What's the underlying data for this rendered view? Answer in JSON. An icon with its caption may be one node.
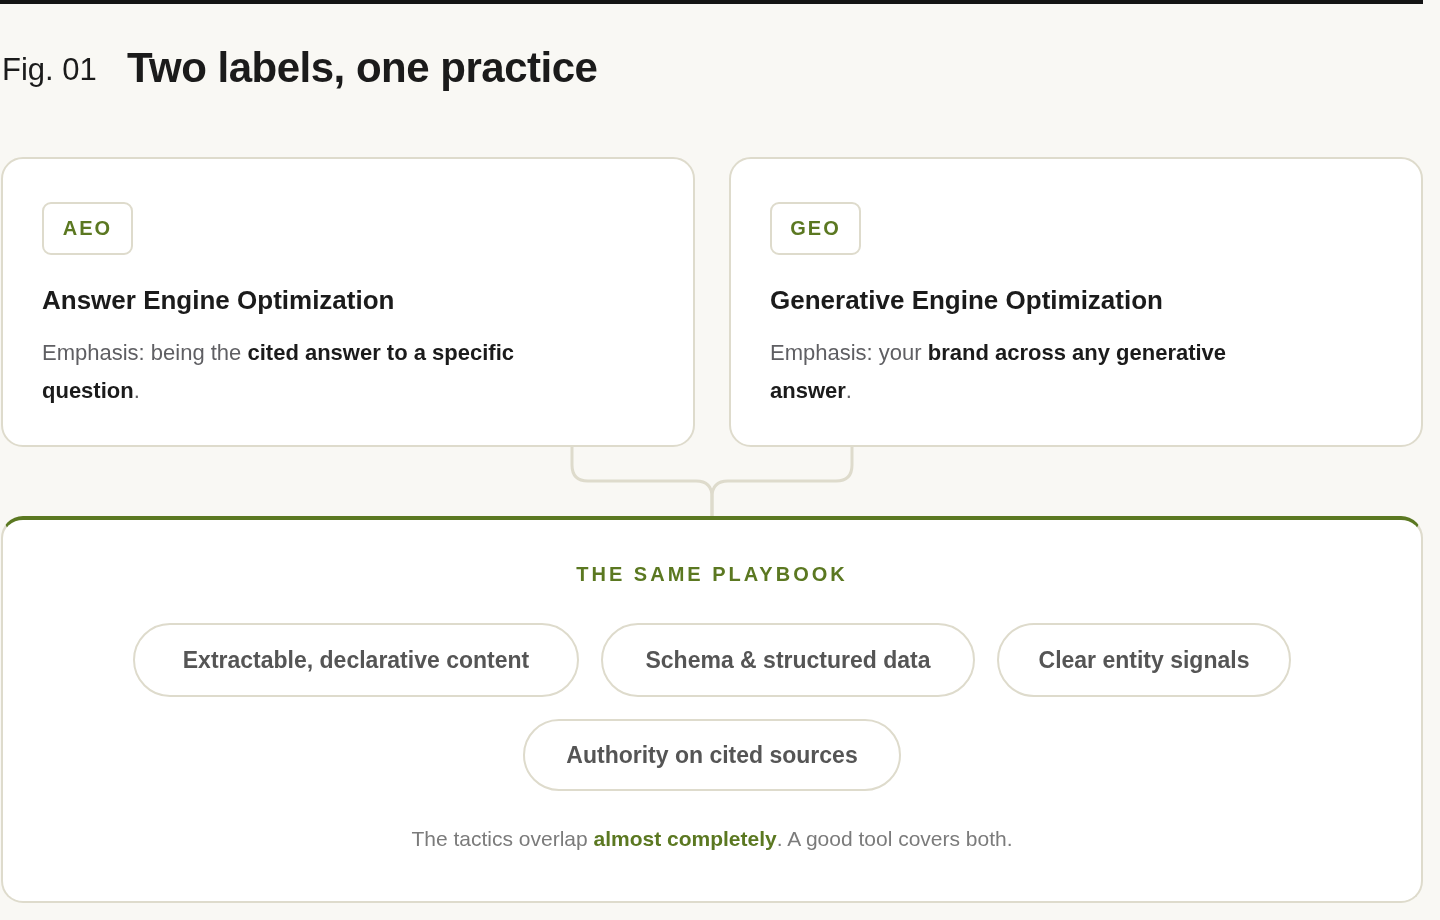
{
  "diagram": {
    "title": "Two labels, one practice",
    "nodes": [
      {
        "text": [
          "Answer Engine Optimization",
          "Emphasis: being the **cited answer to a specific question**."
        ]
      },
      {
        "text": [
          "AEO"
        ],
        "in": 0
      },
      {
        "text": [
          "Generative Engine Optimization",
          "Emphasis: your **brand across any generative answer**."
        ]
      },
      {
        "text": [
          "GEO"
        ],
        "in": 2
      },
      {
        "text": [
          "THE SAME PLAYBOOK",
          "The tactics overlap **almost completely**. A good tool covers both."
        ]
      },
      {
        "text": [
          "Extractable, declarative content"
        ],
        "in": 4
      },
      {
        "text": [
          "Schema & structured data"
        ],
        "in": 4
      },
      {
        "text": [
          "Clear entity signals"
        ],
        "in": 4
      },
      {
        "text": [
          "Authority on cited sources"
        ],
        "in": 4
      }
    ],
    "edges": [
      {
        "from": 0,
        "to": 4,
        "arrow": "none"
      },
      {
        "from": 2,
        "to": 4,
        "arrow": "none"
      }
    ],
    "labels": [
      "Fig. 01"
    ]
  }
}
